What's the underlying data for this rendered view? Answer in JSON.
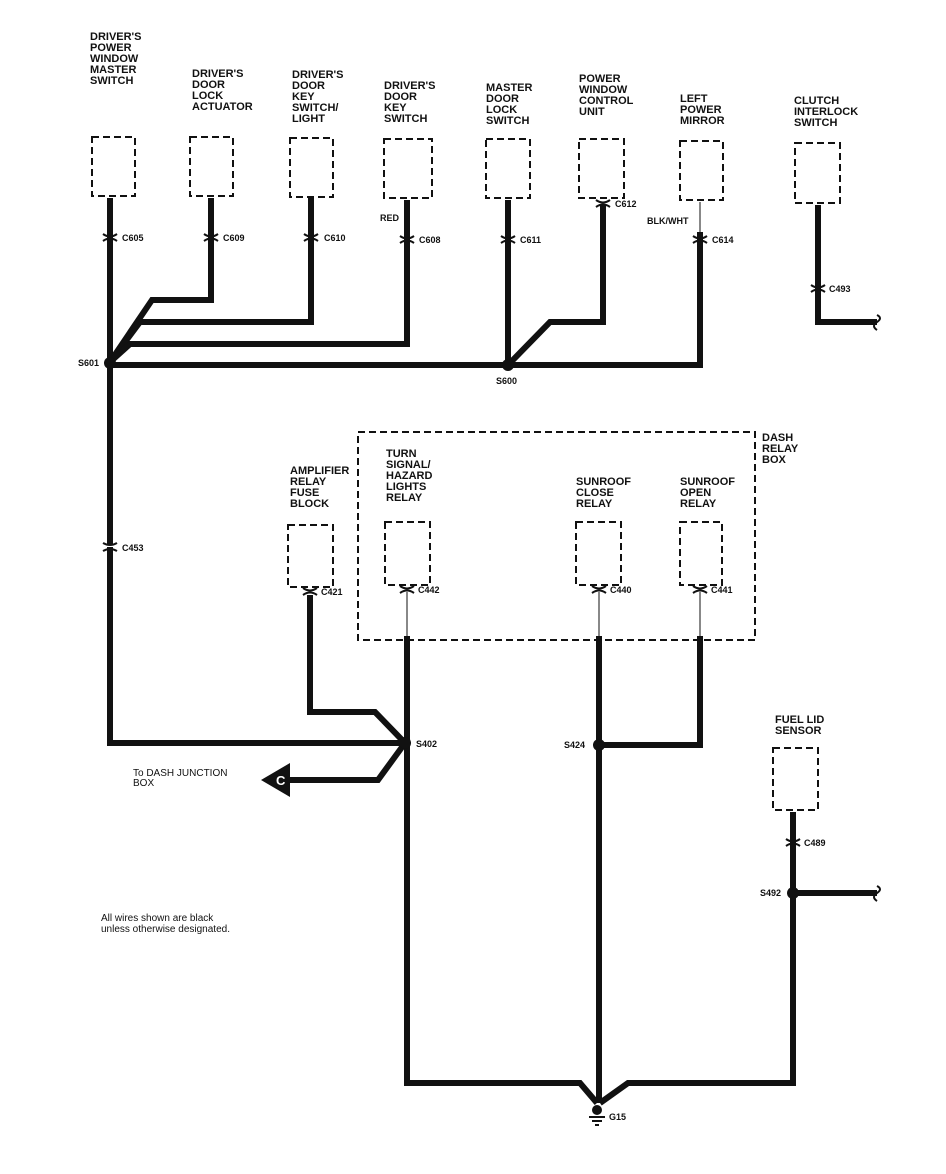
{
  "components": [
    {
      "id": "drivers-power-window-master-switch",
      "lines": [
        "DRIVER'S",
        "POWER",
        "WINDOW",
        "MASTER",
        "SWITCH"
      ],
      "connector": "C605"
    },
    {
      "id": "drivers-door-lock-actuator",
      "lines": [
        "DRIVER'S",
        "DOOR",
        "LOCK",
        "ACTUATOR"
      ],
      "connector": "C609"
    },
    {
      "id": "drivers-door-key-switch-light",
      "lines": [
        "DRIVER'S",
        "DOOR",
        "KEY",
        "SWITCH/",
        "LIGHT"
      ],
      "connector": "C610"
    },
    {
      "id": "drivers-door-key-switch",
      "lines": [
        "DRIVER'S",
        "DOOR",
        "KEY",
        "SWITCH"
      ],
      "connector": "C608",
      "wire_color": "RED"
    },
    {
      "id": "master-door-lock-switch",
      "lines": [
        "MASTER",
        "DOOR",
        "LOCK",
        "SWITCH"
      ],
      "connector": "C611"
    },
    {
      "id": "power-window-control-unit",
      "lines": [
        "POWER",
        "WINDOW",
        "CONTROL",
        "UNIT"
      ],
      "connector": "C612"
    },
    {
      "id": "left-power-mirror",
      "lines": [
        "LEFT",
        "POWER",
        "MIRROR"
      ],
      "connector": "C614",
      "wire_color": "BLK/WHT"
    },
    {
      "id": "clutch-interlock-switch",
      "lines": [
        "CLUTCH",
        "INTERLOCK",
        "SWITCH"
      ],
      "connector": "C493"
    },
    {
      "id": "amplifier-relay-fuse-block",
      "lines": [
        "AMPLIFIER",
        "RELAY",
        "FUSE",
        "BLOCK"
      ],
      "connector": "C421"
    },
    {
      "id": "turn-signal-hazard-lights-relay",
      "lines": [
        "TURN",
        "SIGNAL/",
        "HAZARD",
        "LIGHTS",
        "RELAY"
      ],
      "connector": "C442"
    },
    {
      "id": "sunroof-close-relay",
      "lines": [
        "SUNROOF",
        "CLOSE",
        "RELAY"
      ],
      "connector": "C440"
    },
    {
      "id": "sunroof-open-relay",
      "lines": [
        "SUNROOF",
        "OPEN",
        "RELAY"
      ],
      "connector": "C441"
    },
    {
      "id": "fuel-lid-sensor",
      "lines": [
        "FUEL LID",
        "SENSOR"
      ],
      "connector": "C489"
    }
  ],
  "dash_relay_box": {
    "lines": [
      "DASH",
      "RELAY",
      "BOX"
    ]
  },
  "inline_connector": "C453",
  "splices": {
    "s601": "S601",
    "s600": "S600",
    "s402": "S402",
    "s424": "S424",
    "s492": "S492"
  },
  "ground": "G15",
  "junction": {
    "letter": "C",
    "lines": [
      "To DASH JUNCTION",
      "BOX"
    ]
  },
  "note": [
    "All wires shown are black",
    "unless otherwise designated."
  ]
}
